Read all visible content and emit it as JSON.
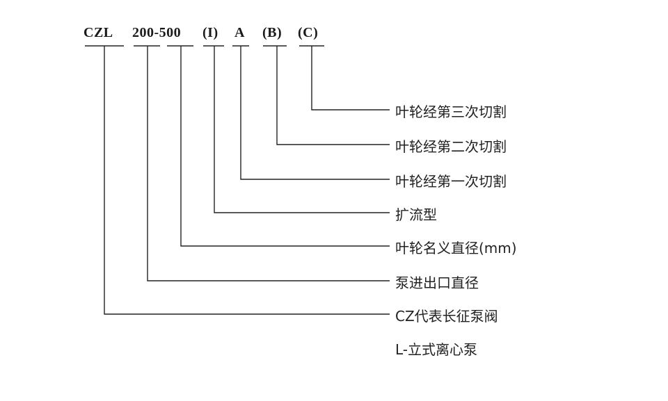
{
  "model_code": {
    "series": "CZL",
    "diameter": "200-500",
    "type_mark": "(I)",
    "cut_a": "A",
    "cut_b": "(B)",
    "cut_c": "(C)"
  },
  "legend": [
    {
      "key": "cut_c",
      "text": "叶轮经第三次切割"
    },
    {
      "key": "cut_b",
      "text": "叶轮经第二次切割"
    },
    {
      "key": "cut_a",
      "text": "叶轮经第一次切割"
    },
    {
      "key": "type_mark",
      "text": "扩流型"
    },
    {
      "key": "impeller",
      "text": "叶轮名义直径(mm)"
    },
    {
      "key": "port",
      "text": "泵进出口直径"
    },
    {
      "key": "series",
      "text": "CZ代表长征泵阀"
    },
    {
      "key": "none",
      "text": "L-立式离心泵"
    }
  ],
  "colors": {
    "ink": "#222222",
    "background": "#ffffff"
  }
}
